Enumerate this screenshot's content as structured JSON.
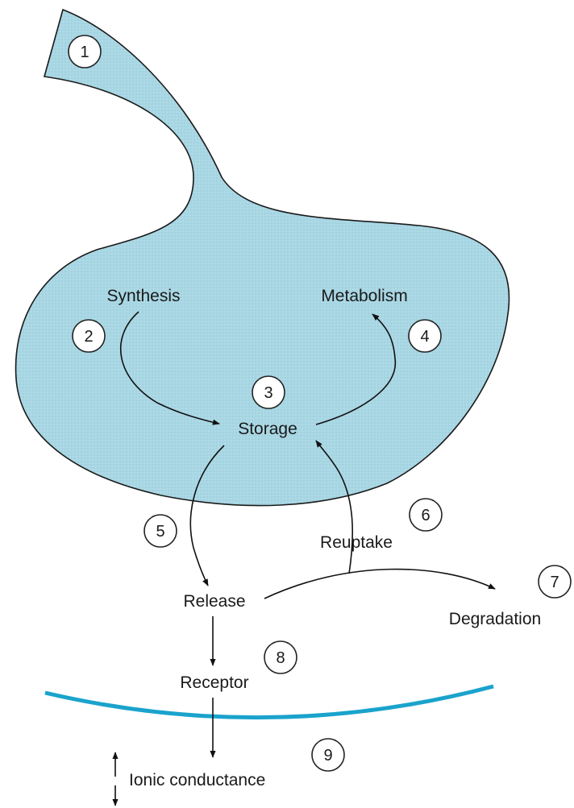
{
  "labels": {
    "synthesis": "Synthesis",
    "metabolism": "Metabolism",
    "storage": "Storage",
    "reuptake": "Reuptake",
    "release": "Release",
    "degradation": "Degradation",
    "receptor": "Receptor",
    "ionic_conductance": "Ionic conductance"
  },
  "steps": [
    "1",
    "2",
    "3",
    "4",
    "5",
    "6",
    "7",
    "8",
    "9"
  ],
  "colors": {
    "terminal_fill": "#a9d7e4",
    "terminal_stroke": "#1a1a1a",
    "membrane": "#1aa3cc",
    "ink": "#111111"
  }
}
